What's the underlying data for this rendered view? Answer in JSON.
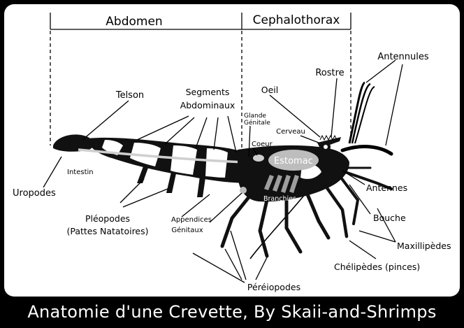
{
  "headings": {
    "abdomen": "Abdomen",
    "cephalothorax": "Cephalothorax"
  },
  "labels": {
    "telson": "Telson",
    "segments_line1": "Segments",
    "segments_line2": "Abdominaux",
    "oeil": "Oeil",
    "rostre": "Rostre",
    "antennules": "Antennules",
    "glande_line1": "Glande",
    "glande_line2": "Génitale",
    "cerveau": "Cerveau",
    "coeur": "Coeur",
    "estomac": "Estomac",
    "intestin": "Intestin",
    "uropodes": "Uropodes",
    "branchies": "Branchies",
    "antennes": "Antennes",
    "bouche": "Bouche",
    "maxillipedes": "Maxillipèdes",
    "chelipedes": "Chélipèdes (pinces)",
    "pleopodes_line1": "Pléopodes",
    "pleopodes_line2": "(Pattes Natatoires)",
    "appendices_line1": "Appendices",
    "appendices_line2": "Génitaux",
    "pereiopodes": "Péréiopodes"
  },
  "footer": {
    "caption": "Anatomie d'une Crevette, By Skaii-and-Shrimps"
  },
  "colors": {
    "background": "#000000",
    "panel": "#ffffff",
    "body_dark": "#111111",
    "body_light": "#ffffff",
    "organ_grey": "#bdbdbd"
  }
}
